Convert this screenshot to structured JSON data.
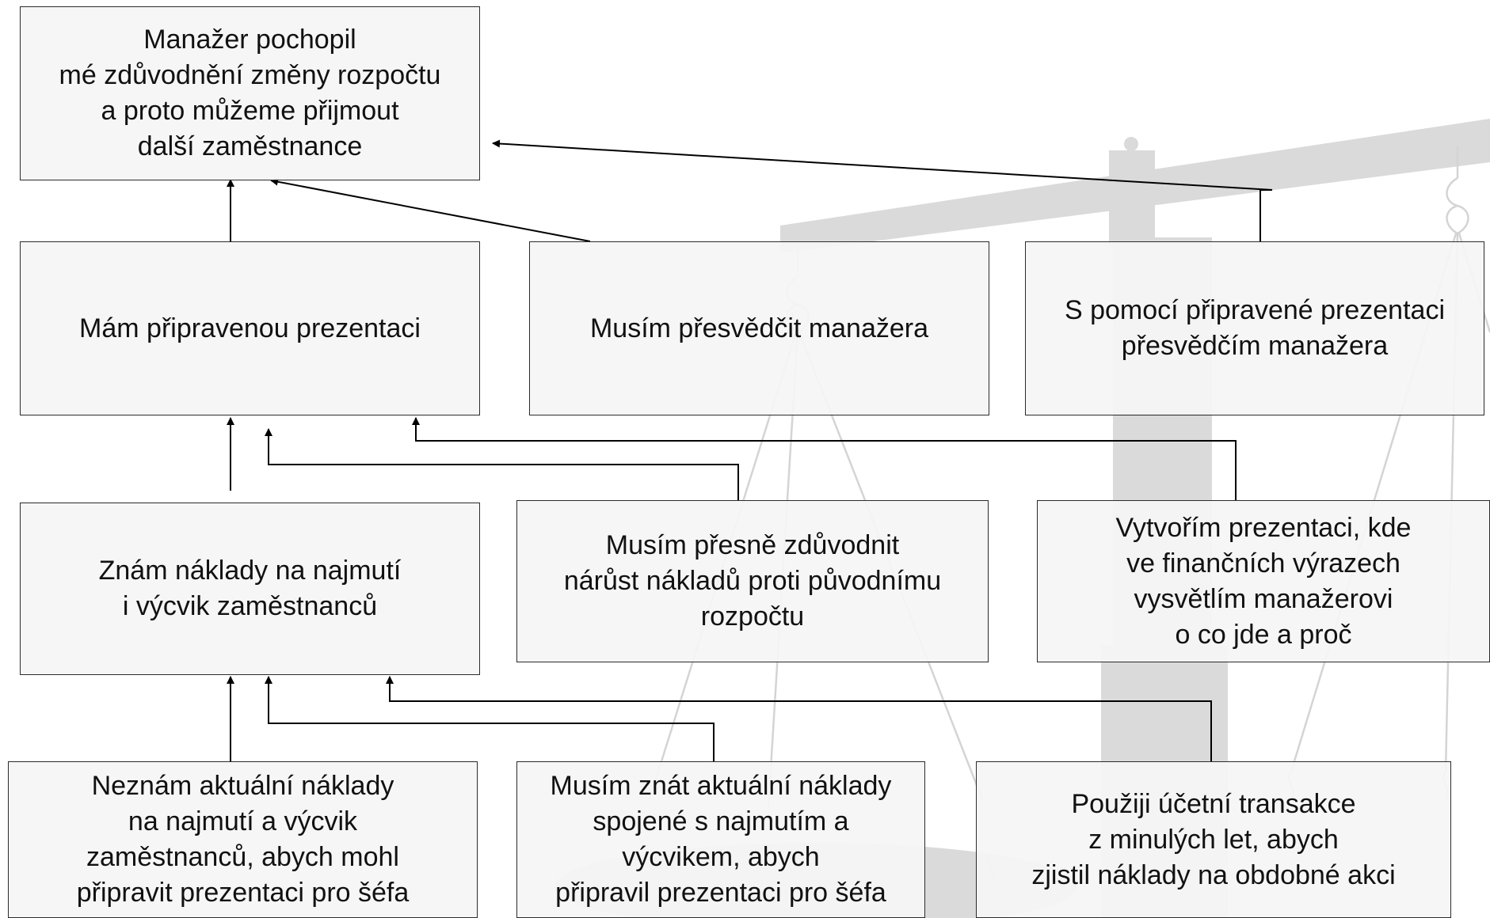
{
  "boxes": {
    "goal": "Manažer pochopil\nmé zdůvodnění změny rozpočtu\na proto můžeme přijmout\n další zaměstnance",
    "presentation_ready": "Mám připravenou prezentaci",
    "convince_manager": "Musím přesvědčit manažera",
    "convince_with_presentation": "S pomocí připravené prezentaci\npřesvědčím manažera",
    "know_costs": "Znám náklady na najmutí\ni výcvik zaměstnanců",
    "justify_increase": "Musím přesně zdůvodnit\nnárůst nákladů proti původnímu\nrozpočtu",
    "create_presentation": "Vytvořím prezentaci, kde\nve finančních výrazech\nvysvětlím manažerovi\no co jde a proč",
    "unknown_costs": "Neznám aktuální náklady\nna najmutí a výcvik\nzaměstnanců,  abych mohl\npřipravit prezentaci pro šéfa",
    "need_costs": "Musím znát  aktuální náklady\nspojené s najmutím a\nvýcvikem, abych\npřipravil prezentaci pro šéfa",
    "use_transactions": "Použiji účetní transakce\nz minulých let, abych\nzjistil náklady na obdobné akci"
  },
  "background_icon": "balance-scale-icon"
}
